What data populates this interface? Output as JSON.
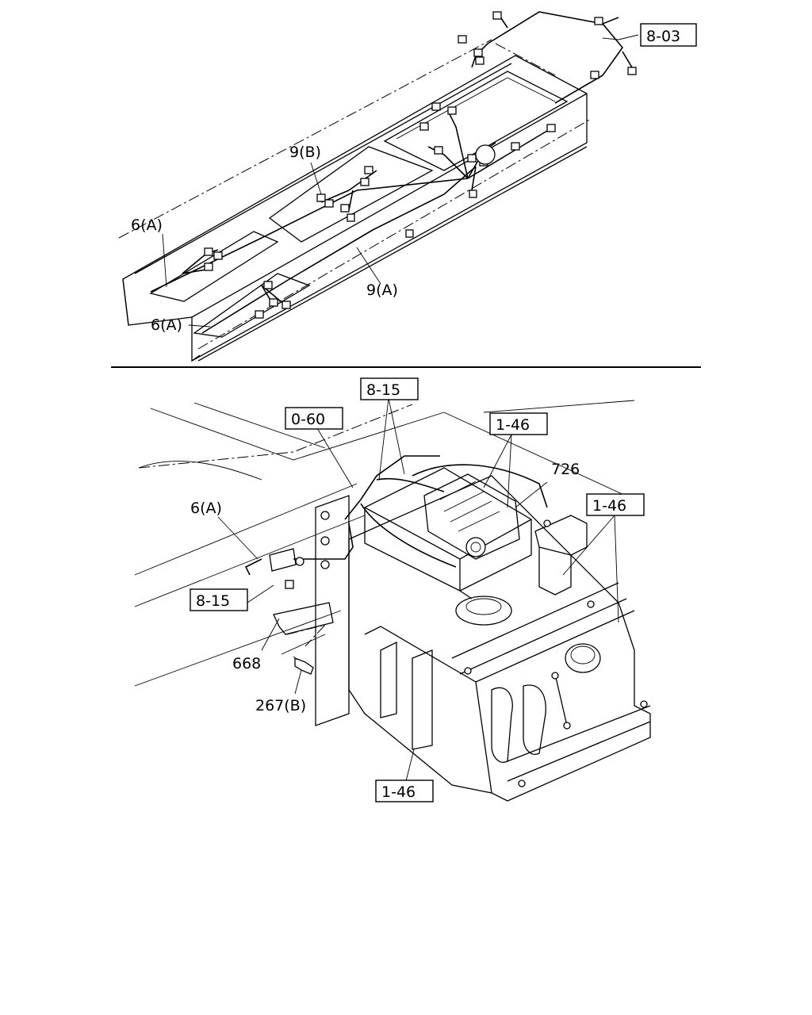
{
  "top_view": {
    "ref_8_03": "8-03",
    "label_9b": "9(B)",
    "label_6a_upper": "6(A)",
    "label_9a": "9(A)",
    "label_6a_lower": "6(A)"
  },
  "bottom_view": {
    "ref_8_15_top": "8-15",
    "ref_0_60": "0-60",
    "ref_1_46_top": "1-46",
    "label_726": "726",
    "ref_1_46_right": "1-46",
    "label_6a": "6(A)",
    "ref_8_15_left": "8-15",
    "label_668": "668",
    "label_267b": "267(B)",
    "ref_1_46_bottom": "1-46"
  }
}
